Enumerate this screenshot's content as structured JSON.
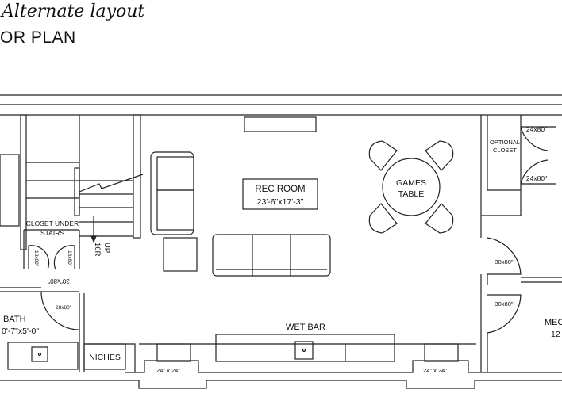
{
  "header": {
    "subtitle": "Alternate layout",
    "title": "OR PLAN"
  },
  "rooms": {
    "rec_room_name": "REC ROOM",
    "rec_room_dims": "23'-6\"x17'-3\"",
    "games_line1": "GAMES",
    "games_line2": "TABLE",
    "closet_line1": "CLOSET UNDER",
    "closet_line2": "STAIRS",
    "optional_closet_line1": "OPTIONAL",
    "optional_closet_line2": "CLOSET",
    "bath_name": "BATH",
    "bath_dims": "0'-7\"x5'-0\"",
    "wet_bar": "WET BAR",
    "niches": "NICHES",
    "mech_name": "MEC",
    "mech_dims": "12"
  },
  "stairs": {
    "up": "UP",
    "risers": "16R"
  },
  "doors": {
    "closet_left": "18x80\"",
    "closet_right": "18x80\"",
    "bath_door": "30\"x80\"",
    "bath_door2": "28x80\"",
    "opt_closet_top": "24x80\"",
    "opt_closet_bottom": "24x80\"",
    "mech_top": "30x80\"",
    "mech_bottom": "30x80\""
  },
  "windows": {
    "left": "24\" x 24\"",
    "right": "24\" x 24\""
  }
}
